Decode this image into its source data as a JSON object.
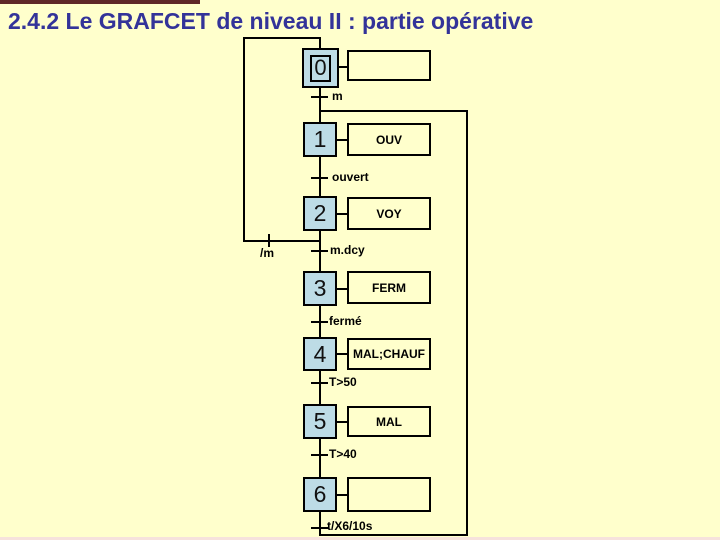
{
  "slide": {
    "title": "2.4.2 Le GRAFCET de niveau II : partie opérative"
  },
  "colors": {
    "background": "#FFFFCC",
    "title_text": "#333399",
    "step_fill": "#BDDCE6",
    "line": "#000000",
    "top_strip_remnant": "#5F2727",
    "bottom_strip_remnant": "#F6E2DC"
  },
  "grafcet": {
    "steps": [
      {
        "num": "0",
        "action": "",
        "type": "initial"
      },
      {
        "num": "1",
        "action": "OUV",
        "type": "normal"
      },
      {
        "num": "2",
        "action": "VOY",
        "type": "normal"
      },
      {
        "num": "3",
        "action": "FERM",
        "type": "normal"
      },
      {
        "num": "4",
        "action": "MAL;CHAUF",
        "type": "normal"
      },
      {
        "num": "5",
        "action": "MAL",
        "type": "normal"
      },
      {
        "num": "6",
        "action": "",
        "type": "normal"
      }
    ],
    "transitions": [
      {
        "label": "m",
        "after_step": "0"
      },
      {
        "label": "ouvert",
        "after_step": "1"
      },
      {
        "label": "m.dcy",
        "after_step": "2"
      },
      {
        "label": "fermé",
        "after_step": "3"
      },
      {
        "label": "T>50",
        "after_step": "4"
      },
      {
        "label": "T>40",
        "after_step": "5"
      },
      {
        "label": "t/X6/10s",
        "after_step": "6"
      },
      {
        "label": "/m",
        "after_step": "2",
        "target_step": "0"
      }
    ]
  }
}
